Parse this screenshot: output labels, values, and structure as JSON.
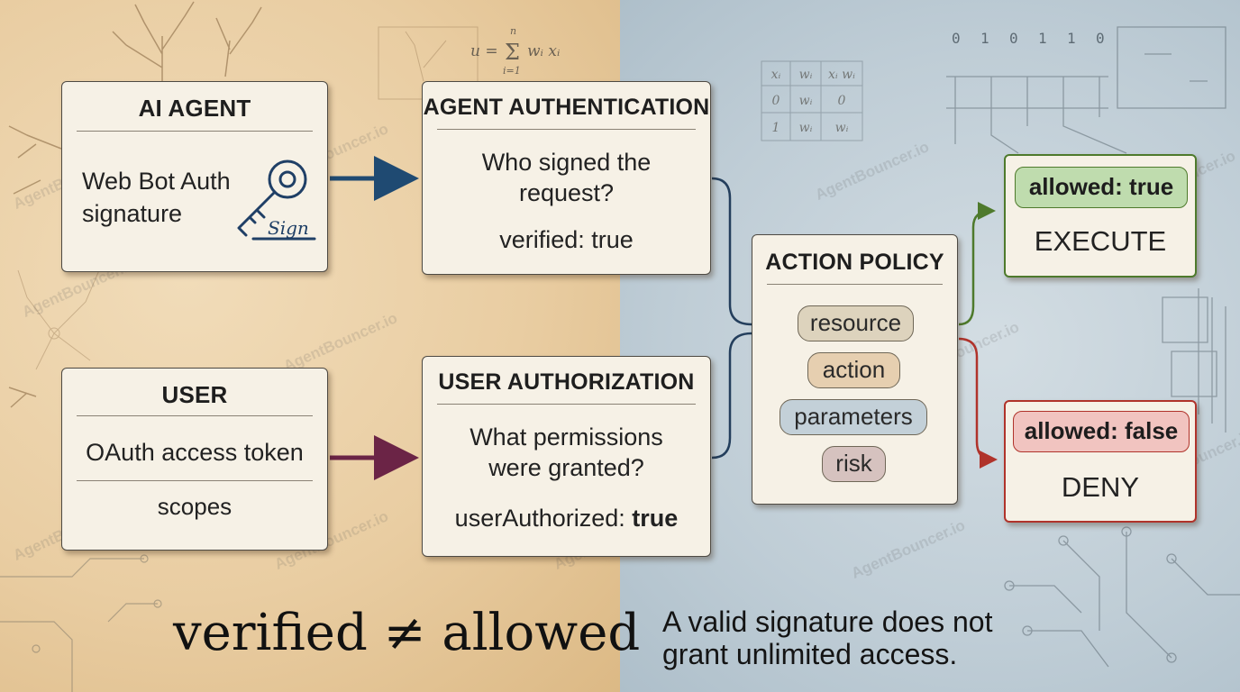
{
  "agent_box": {
    "title": "AI AGENT",
    "line1": "Web Bot Auth",
    "line2": "signature",
    "key_label": "Sign"
  },
  "user_box": {
    "title": "USER",
    "token": "OAuth access token",
    "scopes": "scopes"
  },
  "auth_box": {
    "title": "AGENT AUTHENTICATION",
    "line1": "Who signed the",
    "line2": "request?",
    "result": "verified: true"
  },
  "authz_box": {
    "title": "USER AUTHORIZATION",
    "line1": "What permissions",
    "line2": "were granted?",
    "result_key": "userAuthorized:",
    "result_val": "true"
  },
  "policy_box": {
    "title": "ACTION POLICY",
    "items": [
      "resource",
      "action",
      "parameters",
      "risk"
    ]
  },
  "execute_box": {
    "badge": "allowed: true",
    "label": "EXECUTE"
  },
  "deny_box": {
    "badge": "allowed: false",
    "label": "DENY"
  },
  "tagline": {
    "left": "verified",
    "symbol": "≠",
    "right": "allowed"
  },
  "note": {
    "line1": "A valid signature does not",
    "line2": "grant unlimited access."
  },
  "math": {
    "formula_lhs": "u =",
    "formula_sum": "Σ",
    "formula_top": "n",
    "formula_bottom": "i=1",
    "formula_term": "wᵢ xᵢ",
    "table_header": [
      "xᵢ",
      "wᵢ",
      "xᵢ wᵢ"
    ],
    "table_rows": [
      [
        "0",
        "wᵢ",
        "0"
      ],
      [
        "1",
        "wᵢ",
        "wᵢ"
      ]
    ]
  },
  "bits": [
    "0",
    "1",
    "0",
    "1",
    "1",
    "0"
  ],
  "watermark": "AgentBouncer.io",
  "colors": {
    "agent_arrow": "#1f4a72",
    "user_arrow": "#6b2446",
    "allow_line": "#4e7a2c",
    "deny_line": "#b0332b",
    "pill_resource": "#ddd3bd",
    "pill_action": "#e6cfb0",
    "pill_parameters": "#c3d0d8",
    "pill_risk": "#d6c2bf",
    "badge_true": "#bfdcae",
    "badge_false": "#f1c4c0"
  }
}
